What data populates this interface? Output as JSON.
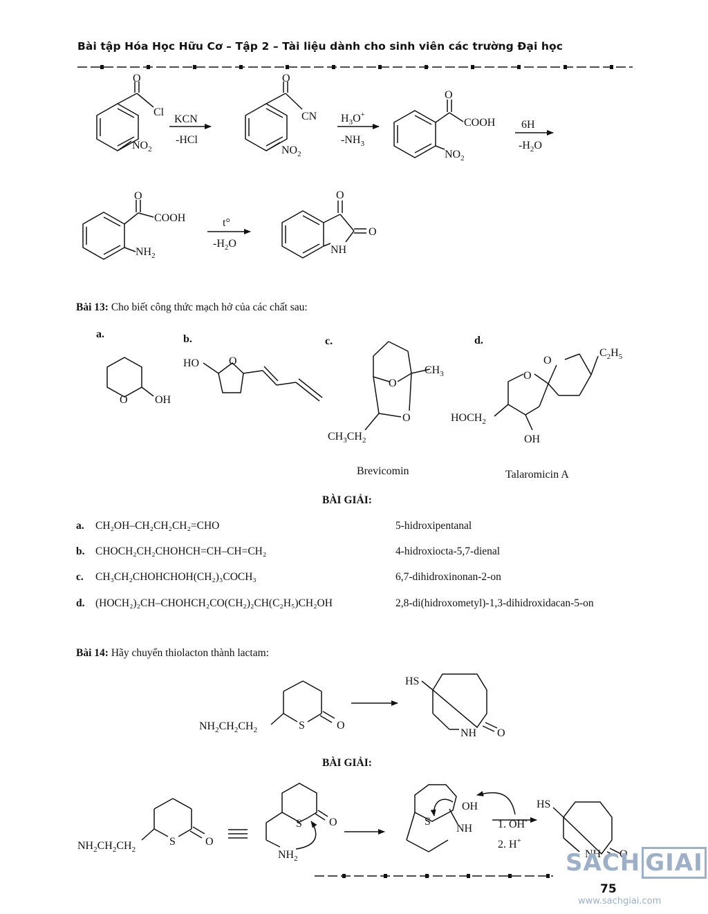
{
  "header": {
    "title": "Bài tập Hóa Học Hữu Cơ – Tập 2 – Tài liệu dành cho sinh viên các trường Đại học"
  },
  "scheme1": {
    "s1_carbonyl_o": "O",
    "s1_cl": "Cl",
    "s1_no2": "NO",
    "s1_no2_sub": "2",
    "r1_top": "KCN",
    "r1_bottom": "-HCl",
    "s2_carbonyl_o": "O",
    "s2_cn": "CN",
    "s2_no2": "NO",
    "s2_no2_sub": "2",
    "r2_top": "H",
    "r2_top_sub": "3",
    "r2_top_tail": "O",
    "r2_top_sup": "+",
    "r2_bottom": "-NH",
    "r2_bottom_sub": "3",
    "s3_carbonyl_o": "O",
    "s3_cooh": "COOH",
    "s3_no2": "NO",
    "s3_no2_sub": "2",
    "r3_top": "6H",
    "r3_bottom": "-H",
    "r3_bottom_sub": "2",
    "r3_bottom_tail": "O",
    "s4_carbonyl_o": "O",
    "s4_cooh": "COOH",
    "s4_nh2": "NH",
    "s4_nh2_sub": "2",
    "r4_top": "t°",
    "r4_bottom": "-H",
    "r4_bottom_sub": "2",
    "r4_bottom_tail": "O",
    "isatin_o1": "O",
    "isatin_o2": "O",
    "isatin_nh": "NH"
  },
  "bai13": {
    "label": "Bài 13:",
    "prompt": " Cho biết công thức mạch hở của các chất sau:",
    "a_label": "a.",
    "b_label": "b.",
    "c_label": "c.",
    "d_label": "d.",
    "a_ring_o": "O",
    "a_oh": "OH",
    "b_ho": "HO",
    "b_ring_o": "O",
    "c_o1": "O",
    "c_o2": "O",
    "c_ch3": "CH",
    "c_ch3_sub": "3",
    "c_ethyl": "CH",
    "c_ethyl_sub1": "3",
    "c_ethyl_mid": "CH",
    "c_ethyl_sub2": "2",
    "c_name": "Brevicomin",
    "d_o1": "O",
    "d_o2": "O",
    "d_c2h5": "C",
    "d_c2h5_sub1": "2",
    "d_c2h5_mid": "H",
    "d_c2h5_sub2": "5",
    "d_hoch2": "HOCH",
    "d_hoch2_sub": "2",
    "d_oh": "OH",
    "d_name": "Talaromicin A"
  },
  "solution13": {
    "heading": "BÀI GIẢI:",
    "rows": [
      {
        "label": "a.",
        "formula": "CH₂OH–CH₂CH₂CH₂=CHO",
        "name": "5-hidroxipentanal"
      },
      {
        "label": "b.",
        "formula": "CHOCH₂CH₂CHOHCH=CH–CH=CH₂",
        "name": "4-hidroxiocta-5,7-dienal"
      },
      {
        "label": "c.",
        "formula": "CH₃CH₂CHOHCHOH(CH₂)₃COCH₃",
        "name": "6,7-dihidroxinonan-2-on"
      },
      {
        "label": "d.",
        "formula": "(HOCH₂)₂CH–CHOHCH₂CO(CH₂)₂CH(C₂H₅)CH₂OH",
        "name": "2,8-di(hidroxometyl)-1,3-dihidroxidacan-5-on"
      }
    ]
  },
  "bai14": {
    "label": "Bài 14:",
    "prompt": " Hãy chuyển thiolacton thành lactam:",
    "sm_amine": "NH",
    "sm_amine_sub1": "2",
    "sm_amine_mid": "CH",
    "sm_amine_sub2": "2",
    "sm_amine_mid2": "CH",
    "sm_amine_sub3": "2",
    "sm_s": "S",
    "sm_o": "O",
    "p_hs": "HS",
    "p_nh": "NH",
    "p_o": "O"
  },
  "solution14": {
    "heading": "BÀI GIẢI:",
    "m1_amine": "NH",
    "m1_amine_sub1": "2",
    "m1_amine_mid": "CH",
    "m1_amine_sub2": "2",
    "m1_amine_mid2": "CH",
    "m1_amine_sub3": "2",
    "m1_s": "S",
    "m1_o": "O",
    "m2_s": "S",
    "m2_o": "O",
    "m2_nh2": "NH",
    "m2_nh2_sub": "2",
    "m3_s": "S",
    "m3_oh": "OH",
    "m3_nh": "NH",
    "step1": "1.  OH",
    "step1_sup": "-",
    "step2": "2.  H",
    "step2_sup": "+",
    "p_hs": "HS",
    "p_nh": "NH",
    "p_o": "O"
  },
  "footer": {
    "page_number": "75",
    "watermark_brand_1": "SACH",
    "watermark_brand_2": "GIAI",
    "watermark_url": "www.sachgiai.com"
  }
}
